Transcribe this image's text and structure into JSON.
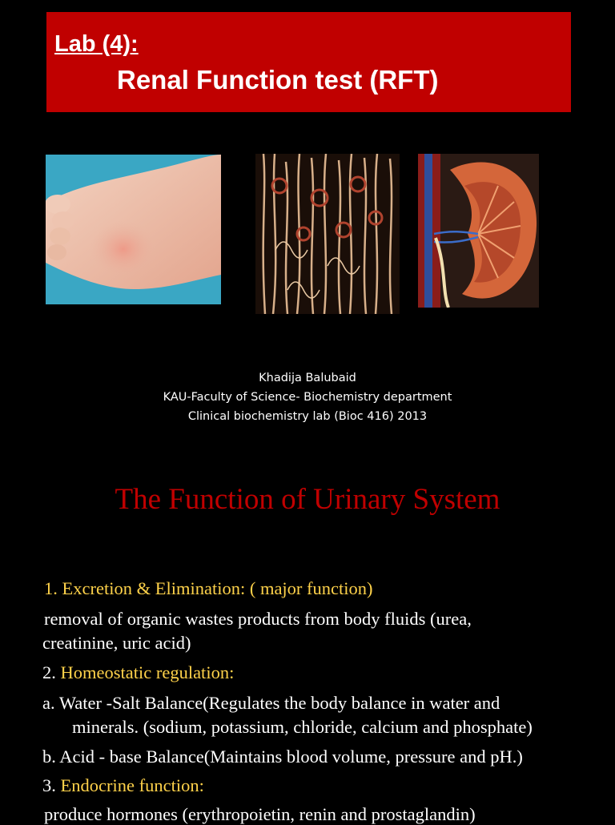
{
  "banner": {
    "lab_label": "Lab (4):",
    "title": "Renal Function test (RFT)",
    "background": "#c00000"
  },
  "images": [
    {
      "name": "gout-foot-photo"
    },
    {
      "name": "nephron-tubules-illustration"
    },
    {
      "name": "kidney-cross-section-illustration"
    }
  ],
  "credits": {
    "author": "Khadija Balubaid",
    "affiliation": "KAU-Faculty of Science- Biochemistry department",
    "course": "Clinical biochemistry lab (Bioc 416) 2013"
  },
  "section": {
    "title": "The Function of Urinary System",
    "items": {
      "excretion_heading": "1.   Excretion & Elimination: ( major function)",
      "excretion_line1": "   removal of organic wastes products from body fluids (urea,",
      "excretion_line2": "creatinine, uric acid)",
      "homeostatic_number": "2. ",
      "homeostatic_heading": "Homeostatic regulation:",
      "water_line1": "a.   Water -Salt Balance(Regulates the body balance in water and",
      "water_line2": "minerals. (sodium, potassium, chloride, calcium and phosphate)",
      "acid_line": "b. Acid - base Balance(Maintains blood volume, pressure and  pH.)",
      "endocrine_number": "3. ",
      "endocrine_heading": "Endocrine function:",
      "endocrine_line": "   produce hormones (erythropoietin, renin and prostaglandin)"
    }
  },
  "colors": {
    "background": "#000000",
    "heading_red": "#c00000",
    "highlight_yellow": "#ffd24a",
    "text": "#ffffff"
  }
}
